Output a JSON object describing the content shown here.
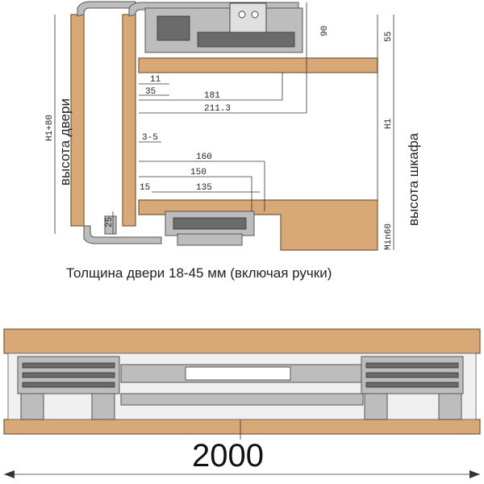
{
  "labels": {
    "door_height": "высота двери",
    "cabinet_height": "высота шкафа",
    "h1_plus_80": "H1+80",
    "h1": "H1",
    "min60": "Min60",
    "caption": "Толщина двери 18-45 мм (включая ручки)",
    "overall_width": "2000"
  },
  "dimensions": {
    "d90": "90",
    "d55": "55",
    "d11": "11",
    "d35": "35",
    "d181": "181",
    "d211_3": "211.3",
    "d3_5": "3-5",
    "d160": "160",
    "d150": "150",
    "d15": "15",
    "d135": "135",
    "d25": "25"
  },
  "colors": {
    "wood": "#d9a877",
    "wood_edge": "#7a5a38",
    "metal": "#bdbdbd",
    "dark_metal": "#6b6b6b"
  }
}
